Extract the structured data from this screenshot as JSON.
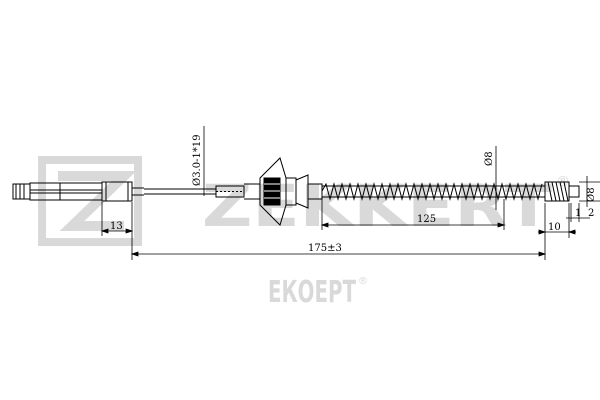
{
  "watermark": {
    "brand": "ZEKKERT",
    "reg": "®",
    "sub": "ЕКОЕРТ",
    "color": "#d9d9d9"
  },
  "drawing": {
    "line_color": "#000000",
    "dimensions": {
      "overall_length": "175±3",
      "spring_length": "125",
      "end_fitting_length": "13",
      "cable_spec": "Ø3.0-1*19",
      "spring_diameter": "Ø8",
      "tip_diameter": "Ø8",
      "tip_length": "10",
      "tip_offset": "1",
      "tip_width": "2"
    }
  }
}
